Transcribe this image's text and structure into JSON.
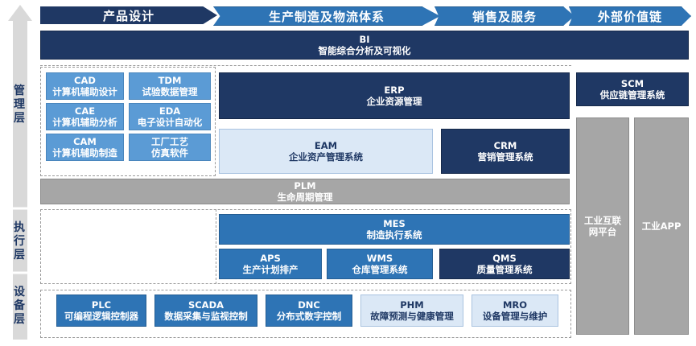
{
  "header": {
    "col1": "产品设计",
    "col2": "生产制造及物流体系",
    "col3": "销售及服务",
    "col4": "外部价值链"
  },
  "layers": {
    "management": [
      "管",
      "理",
      "层"
    ],
    "execution": [
      "执",
      "行",
      "层"
    ],
    "equipment": [
      "设",
      "备",
      "层"
    ]
  },
  "bi": {
    "code": "BI",
    "name": "智能综合分析及可视化"
  },
  "design_tools": [
    {
      "code": "CAD",
      "name": "计算机辅助设计"
    },
    {
      "code": "TDM",
      "name": "试验数据管理"
    },
    {
      "code": "CAE",
      "name": "计算机辅助分析"
    },
    {
      "code": "EDA",
      "name": "电子设计自动化"
    },
    {
      "code": "CAM",
      "name": "计算机辅助制造"
    },
    {
      "code": "工厂工艺",
      "name": "仿真软件"
    }
  ],
  "erp": {
    "code": "ERP",
    "name": "企业资源管理"
  },
  "eam": {
    "code": "EAM",
    "name": "企业资产管理系统"
  },
  "crm": {
    "code": "CRM",
    "name": "营销管理系统"
  },
  "scm": {
    "code": "SCM",
    "name": "供应链管理系统"
  },
  "iiot": {
    "line1": "工业互联",
    "line2": "网平台"
  },
  "iapp": {
    "name": "工业APP"
  },
  "plm": {
    "code": "PLM",
    "name": "生命周期管理"
  },
  "mes": {
    "code": "MES",
    "name": "制造执行系统"
  },
  "aps": {
    "code": "APS",
    "name": "生产计划排产"
  },
  "wms": {
    "code": "WMS",
    "name": "仓库管理系统"
  },
  "qms": {
    "code": "QMS",
    "name": "质量管理系统"
  },
  "equipment": [
    {
      "code": "PLC",
      "name": "可编程逻辑控制器"
    },
    {
      "code": "SCADA",
      "name": "数据采集与监视控制"
    },
    {
      "code": "DNC",
      "name": "分布式数字控制"
    },
    {
      "code": "PHM",
      "name": "故障预测与健康管理"
    },
    {
      "code": "MRO",
      "name": "设备管理与维护"
    }
  ],
  "colors": {
    "navy": "#1f3864",
    "mid_blue": "#2e74b5",
    "blue": "#5b9bd5",
    "light_blue": "#dbe8f6",
    "gray": "#a6a6a6"
  }
}
